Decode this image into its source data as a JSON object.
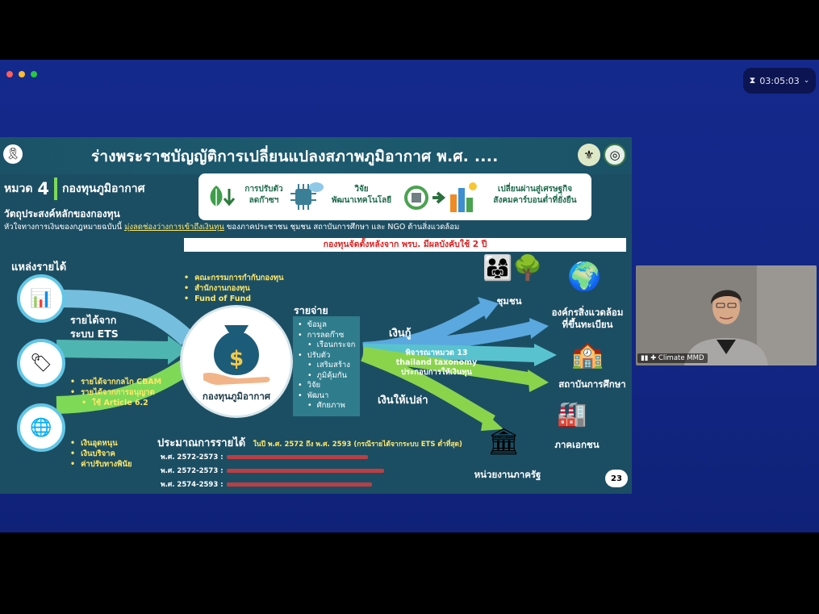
{
  "window": {
    "timer": "03:05:03",
    "dot_colors": [
      "#ff5f57",
      "#febc2e",
      "#28c840"
    ]
  },
  "slide": {
    "title": "ร่างพระราชบัญญัติการเปลี่ยนแปลงสภาพภูมิอากาศ พ.ศ. ....",
    "chapter_prefix": "หมวด",
    "chapter_number": "4",
    "chapter_name": "กองทุนภูมิอากาศ",
    "objective_title": "วัตถุประสงค์หลักของกองทุน",
    "objective_pre": "หัวใจทางการเงินของกฎหมายฉบับนี้",
    "objective_underline": "มุ่งลดช่องว่างการเข้าถึงเงินทุน",
    "objective_post": "ของภาคประชาชน ชุมชน สถาบันการศึกษา และ NGO ด้านสิ่งแวดล้อม",
    "infobox": {
      "adapt_line1": "การปรับตัว",
      "adapt_line2": "ลดก๊าซฯ",
      "research_line1": "วิจัย",
      "research_line2": "พัฒนาเทคโนโลยี",
      "transition_line1": "เปลี่ยนผ่านสู่เศรษฐกิจ",
      "transition_line2": "สังคมคาร์บอนต่ำที่ยั่งยืน"
    },
    "banner": "กองทุนจัดตั้งหลังจาก พรบ. มีผลบังคับใช้ 2 ปี",
    "sources_title": "แหล่งรายได้",
    "ets_line1": "รายได้จาก",
    "ets_line2": "ระบบ ETS",
    "governance": [
      "คณะกรรมการกำกับกองทุน",
      "สำนักงานกองทุน",
      "Fund of Fund"
    ],
    "cbam": [
      "รายได้จากกลไก CBAM",
      "รายได้จากการอนุญาต",
      "ใช้ Article 6.2"
    ],
    "other_sources": [
      "เงินอุดหนุน",
      "เงินบริจาค",
      "ค่าปรับทางพินัย"
    ],
    "fund_label": "กองทุนภูมิอากาศ",
    "expenses_title": "รายจ่าย",
    "expenses": [
      "ข้อมูล",
      "การลดก๊าซ",
      "เรือนกระจก",
      "ปรับตัว",
      "เสริมสร้าง",
      "ภูมิคุ้มกัน",
      "วิจัย",
      "พัฒนา",
      "ศักยภาพ"
    ],
    "loan_label": "เงินกู้",
    "grant_label": "เงินให้เปล่า",
    "consider_lines": [
      "พิจารณาหมวด 13",
      "thailand taxonomy",
      "ประกอบการให้เงินทุน"
    ],
    "destinations": {
      "community": "ชุมชน",
      "ngo_line1": "องค์กรสิ่งแวดล้อม",
      "ngo_line2": "ที่ขึ้นทะเบียน",
      "education": "สถาบันการศึกษา",
      "private": "ภาคเอกชน",
      "government": "หน่วยงานภาครัฐ"
    },
    "estimate_title": "ประมาณการรายได้",
    "estimate_note": "ในปี พ.ศ. 2572 ถึง พ.ศ. 2593 (กรณีรายได้จากระบบ ETS ต่ำที่สุด)",
    "estimates": [
      {
        "period": "พ.ศ. 2572-2573 :"
      },
      {
        "period": "พ.ศ. 2572-2573 :"
      },
      {
        "period": "พ.ศ. 2574-2593 :"
      }
    ],
    "page_number": "23"
  },
  "participant": {
    "name": "Climate MMD"
  }
}
